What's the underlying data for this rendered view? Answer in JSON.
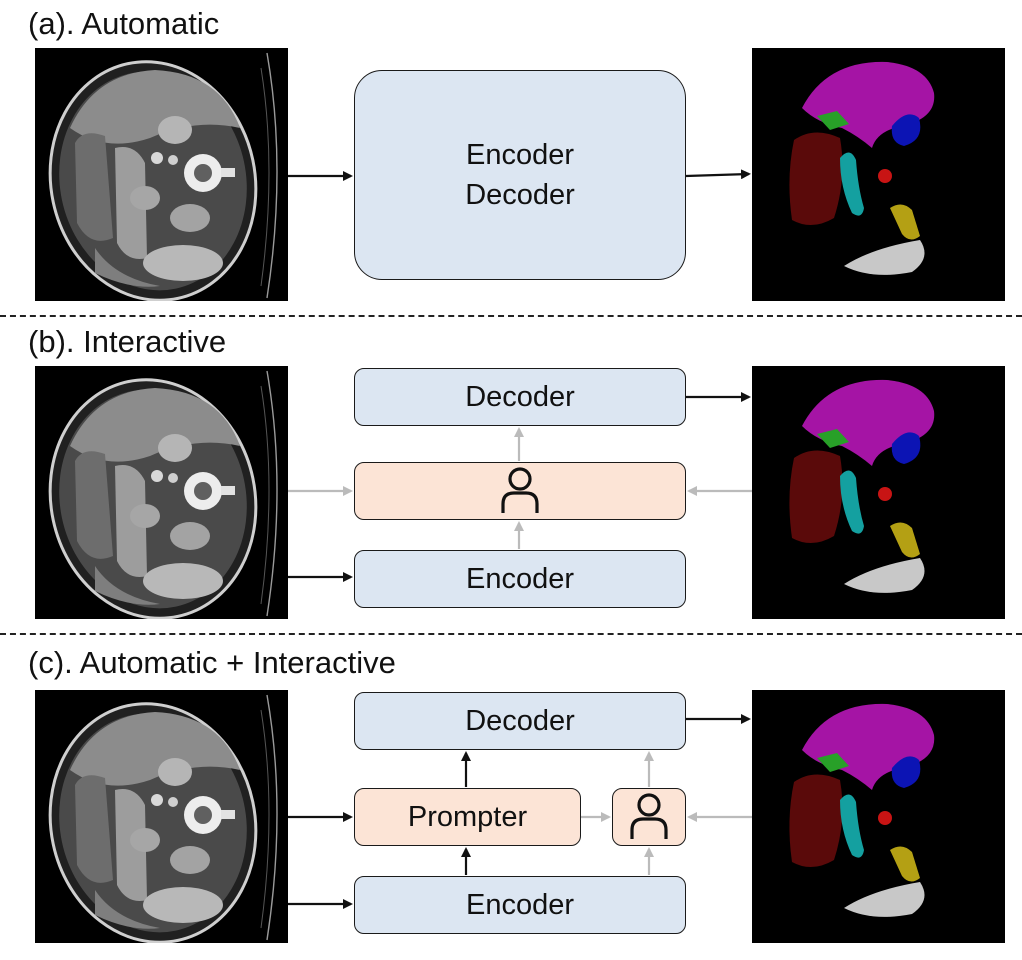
{
  "panels": [
    {
      "title": "(a). Automatic",
      "boxes": {
        "encoder_decoder_line1": "Encoder",
        "encoder_decoder_line2": "Decoder"
      }
    },
    {
      "title": "(b). Interactive",
      "boxes": {
        "decoder": "Decoder",
        "encoder": "Encoder"
      }
    },
    {
      "title": "(c). Automatic + Interactive",
      "boxes": {
        "decoder": "Decoder",
        "prompter": "Prompter",
        "encoder": "Encoder"
      }
    }
  ],
  "icons": {
    "user": "user-icon"
  },
  "colors": {
    "encoder_box": "#dce6f2",
    "prompt_box": "#fce4d6",
    "main_arrow": "#111111",
    "feedback_arrow": "#bbbbbb",
    "seg_liver": "#a514a5",
    "seg_kidney": "#5a0a0a",
    "seg_cyan": "#14a0a0",
    "seg_blue": "#0c14b4",
    "seg_olive": "#b4a014",
    "seg_gray": "#c8c8c8",
    "seg_green": "#28a028",
    "seg_red": "#c81414"
  }
}
